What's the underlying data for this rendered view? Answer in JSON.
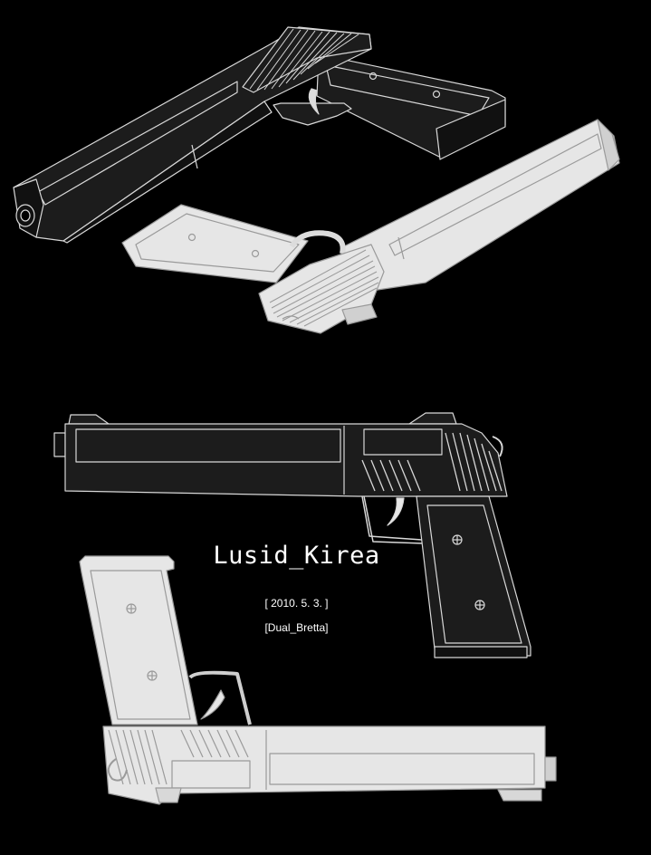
{
  "credits": {
    "author": "Lusid_Kirea",
    "date": "[ 2010. 5. 3. ]",
    "model": "[Dual_Bretta]"
  },
  "colors": {
    "background": "#000000",
    "dark_finish": "#1c1c1c",
    "light_finish": "#e6e6e6",
    "outline_on_dark": "#d8d8d8",
    "outline_on_light": "#9a9a9a"
  },
  "views": [
    {
      "name": "black pistol",
      "view": "perspective"
    },
    {
      "name": "white pistol",
      "view": "perspective"
    },
    {
      "name": "black pistol",
      "view": "side"
    },
    {
      "name": "white pistol",
      "view": "side, inverted"
    }
  ]
}
